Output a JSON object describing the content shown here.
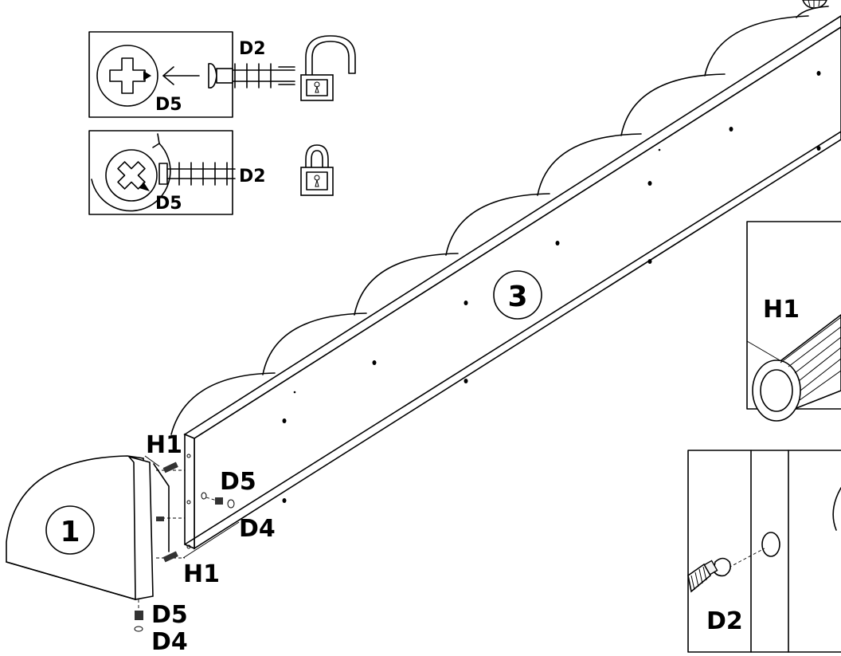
{
  "labels": {
    "part_1": "1",
    "part_3": "3",
    "h1_top": "H1",
    "h1_bottom": "H1",
    "d5_middle": "D5",
    "d4_middle": "D4",
    "d5_bottom": "D5",
    "d4_bottom": "D4"
  },
  "inset_unlock": {
    "d2": "D2",
    "d5": "D5",
    "padlock": "open-padlock-icon"
  },
  "inset_lock": {
    "d2": "D2",
    "d5": "D5",
    "padlock": "closed-padlock-icon"
  },
  "detail_h1": {
    "label": "H1"
  },
  "detail_d2": {
    "label": "D2"
  }
}
